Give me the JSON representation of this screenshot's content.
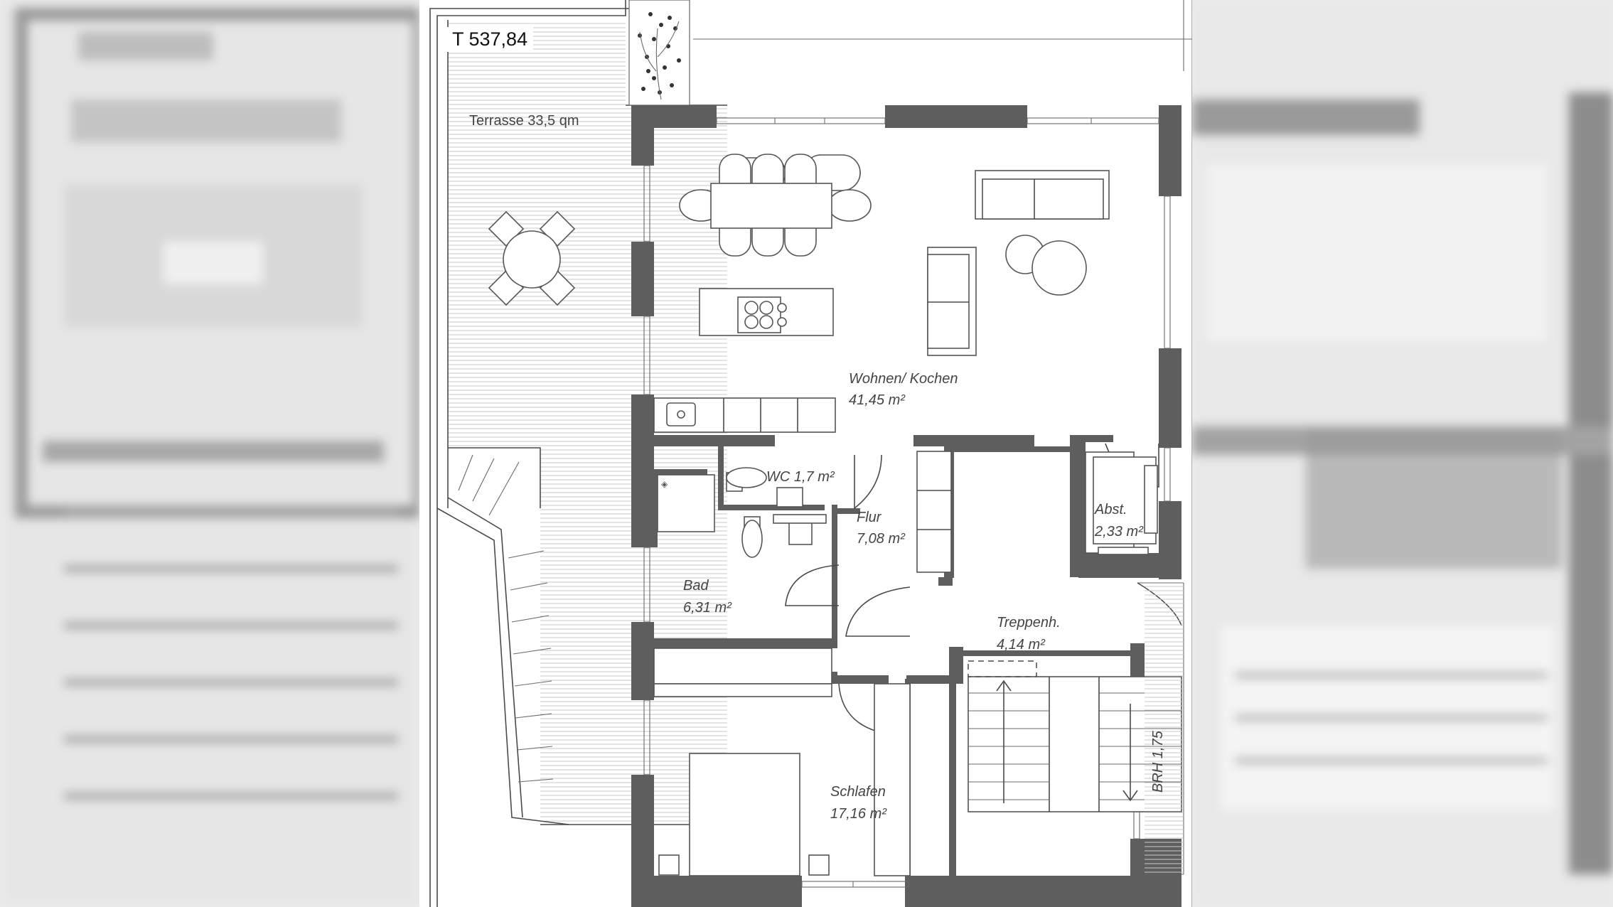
{
  "plan": {
    "elevation_tag": "T 537,84",
    "brh_label": "BRH 1,75",
    "rooms": [
      {
        "id": "terrace",
        "name": "Terrasse 33,5 qm",
        "area": ""
      },
      {
        "id": "living",
        "name": "Wohnen/ Kochen",
        "area": "41,45 m²"
      },
      {
        "id": "wc",
        "name": "WC 1,7 m²",
        "area": ""
      },
      {
        "id": "hall",
        "name": "Flur",
        "area": "7,08 m²"
      },
      {
        "id": "storage",
        "name": "Abst.",
        "area": "2,33 m²"
      },
      {
        "id": "bath",
        "name": "Bad",
        "area": "6,31 m²"
      },
      {
        "id": "stair",
        "name": "Treppenh.",
        "area": "4,14 m²"
      },
      {
        "id": "bedroom",
        "name": "Schlafen",
        "area": "17,16 m²"
      }
    ]
  },
  "colors": {
    "wall": "#5e5e5e",
    "background": "#ececec",
    "paper": "#ffffff"
  }
}
